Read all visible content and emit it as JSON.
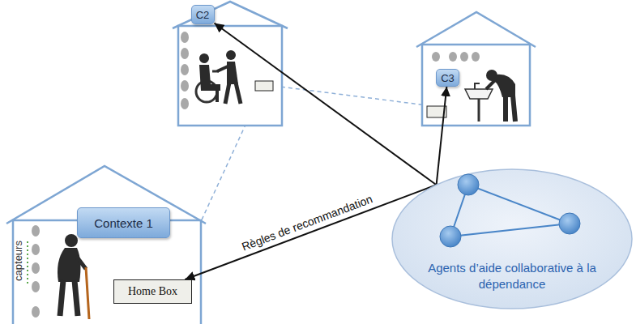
{
  "diagram": {
    "nodes": [
      {
        "text": [
          "C2"
        ]
      },
      {
        "text": [
          "C3"
        ]
      },
      {
        "text": [
          "Contexte 1"
        ]
      },
      {
        "text": [
          "Home Box"
        ]
      },
      {
        "text": [
          "Agents d’aide collaborative à la dépendance"
        ]
      }
    ],
    "edges": [
      {
        "from": 4,
        "to": 3,
        "arrow": "to",
        "label": "Règles de recommandation"
      },
      {
        "from": 4,
        "to": 0,
        "arrow": "to"
      },
      {
        "from": 4,
        "to": 1,
        "arrow": "to"
      }
    ],
    "labels": [
      "capteurs"
    ]
  }
}
